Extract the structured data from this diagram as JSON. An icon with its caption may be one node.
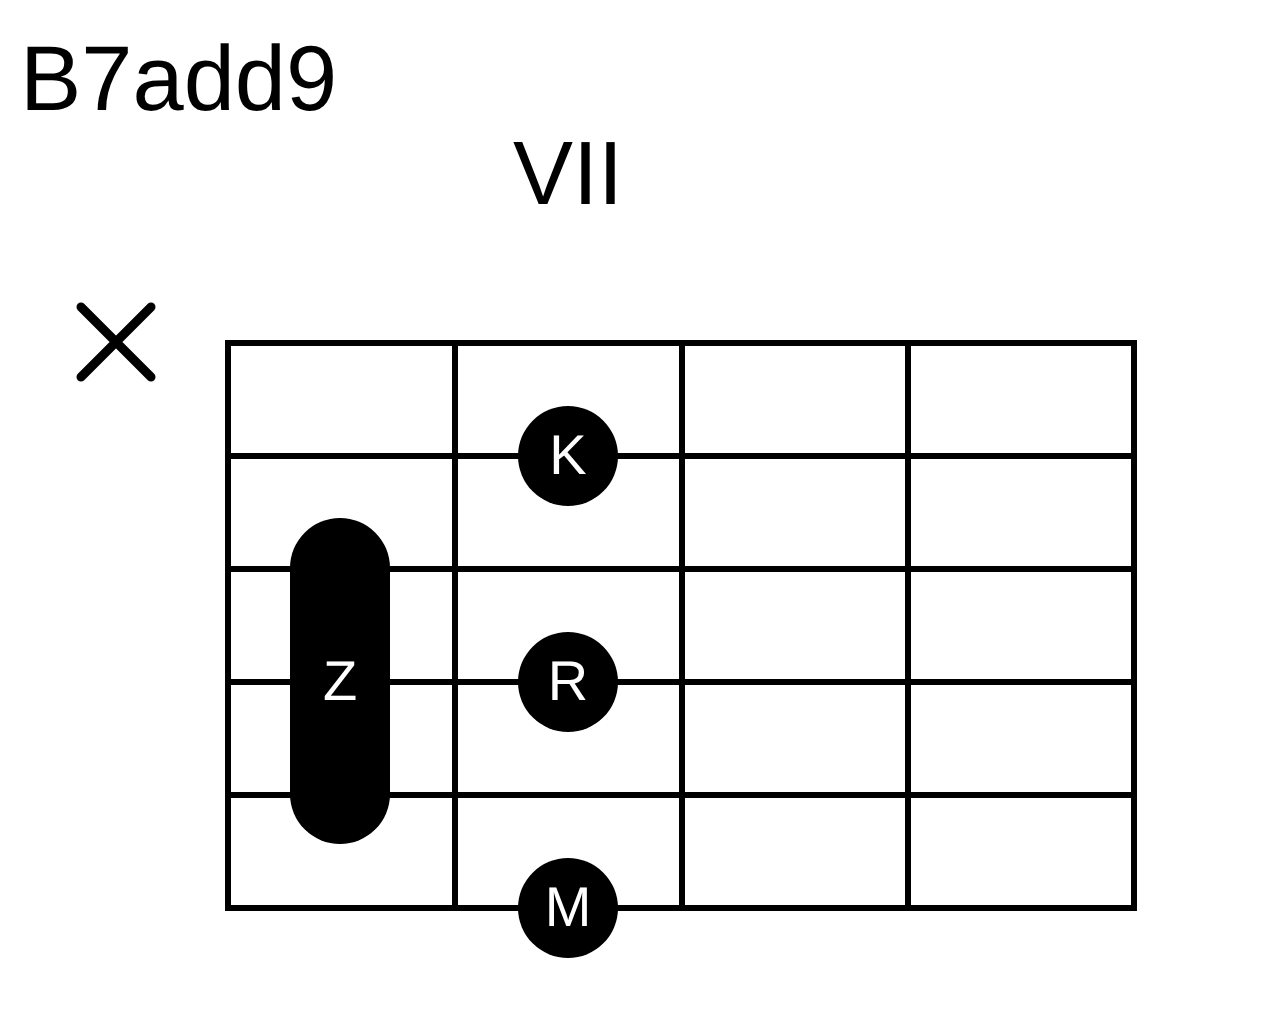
{
  "diagram": {
    "title": "B7add9",
    "nodes": [
      {
        "text": [
          "K"
        ]
      },
      {
        "text": [
          "Z"
        ]
      },
      {
        "text": [
          "R"
        ]
      },
      {
        "text": [
          "M"
        ]
      }
    ],
    "labels": [
      "VII"
    ]
  }
}
